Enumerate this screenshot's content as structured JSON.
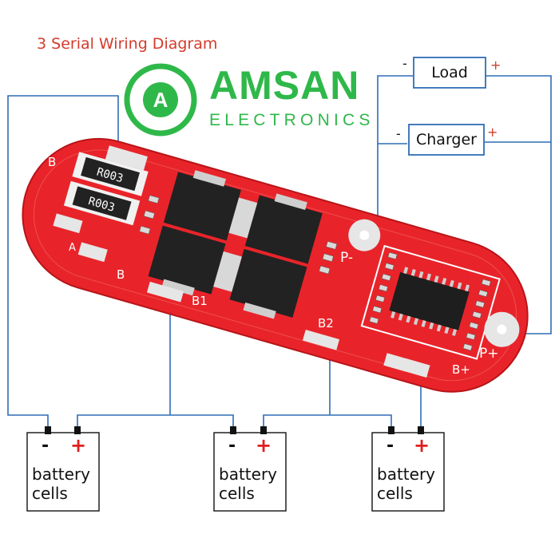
{
  "diagram": {
    "title": "3 Serial Wiring Diagram",
    "brand": {
      "name": "AMSAN",
      "subtitle": "ELECTRONICS",
      "logo_letter": "A",
      "color": "#2fb84a"
    },
    "load_box": {
      "label": "Load",
      "minus": "-",
      "plus": "+"
    },
    "charger_box": {
      "label": "Charger",
      "minus": "-",
      "plus": "+"
    },
    "batteries": [
      {
        "line1": "battery",
        "line2": "cells",
        "minus": "-",
        "plus": "+"
      },
      {
        "line1": "battery",
        "line2": "cells",
        "minus": "-",
        "plus": "+"
      },
      {
        "line1": "battery",
        "line2": "cells",
        "minus": "-",
        "plus": "+"
      }
    ],
    "board": {
      "pad_labels": {
        "b": "B",
        "a": "A",
        "b_minus": "B",
        "b1": "B1",
        "b2": "B2",
        "b_plus": "B+",
        "p_minus": "P-",
        "p_plus": "P+"
      },
      "resistor_1": "R003",
      "resistor_2": "R003",
      "board_color": "#e8242a",
      "wire_color": "#2f6db5"
    }
  }
}
